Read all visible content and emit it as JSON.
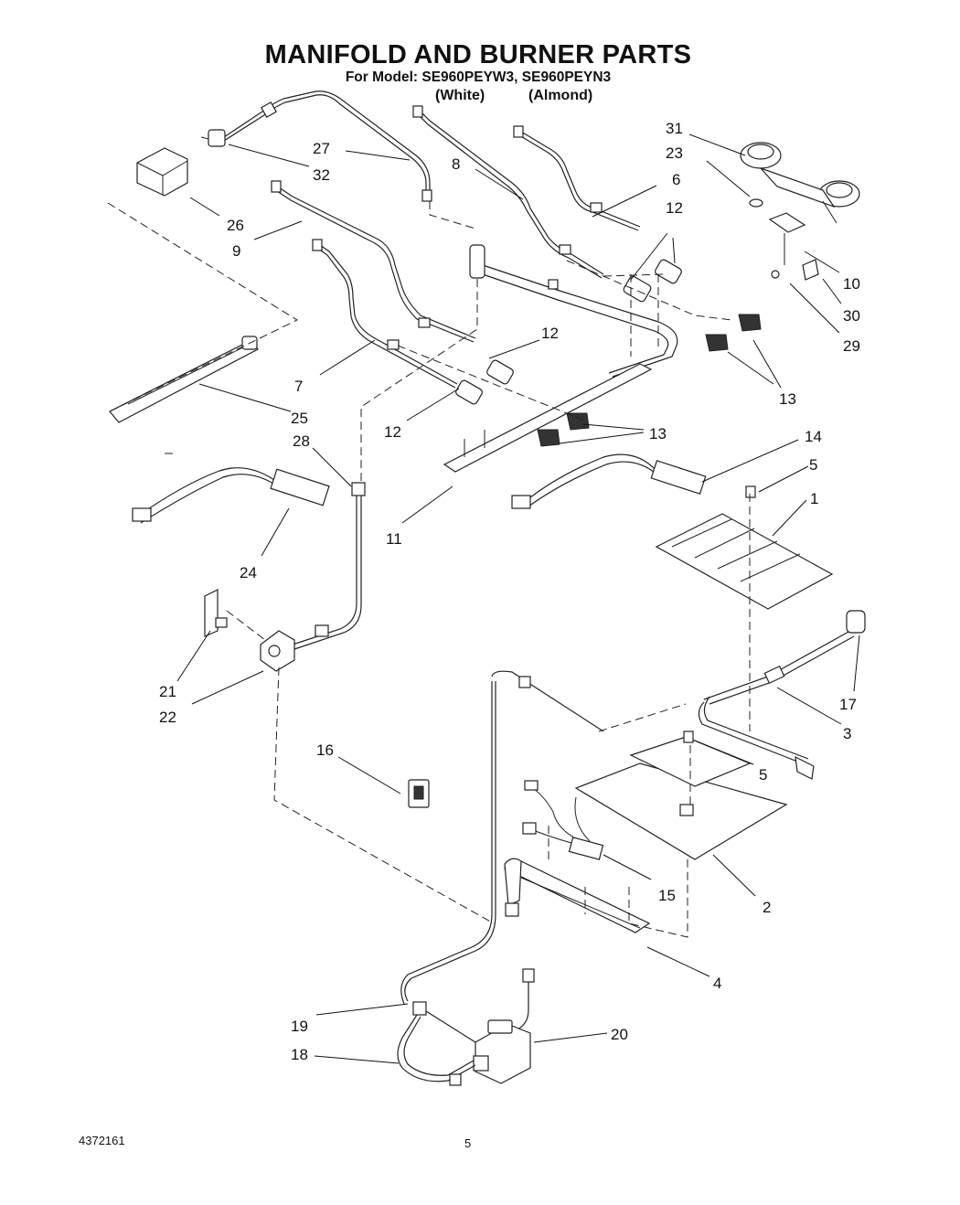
{
  "header": {
    "title": "MANIFOLD AND BURNER PARTS",
    "subtitle": "For Model: SE960PEYW3, SE960PEYN3",
    "variant_white": "(White)",
    "variant_almond": "(Almond)"
  },
  "footer": {
    "doc_number": "4372161",
    "page_number": "5"
  },
  "callouts": {
    "c1": "1",
    "c2": "2",
    "c3": "3",
    "c4": "4",
    "c5a": "5",
    "c5b": "5",
    "c6": "6",
    "c7": "7",
    "c8": "8",
    "c9": "9",
    "c10": "10",
    "c11": "11",
    "c12a": "12",
    "c12b": "12",
    "c12c": "12",
    "c13a": "13",
    "c13b": "13",
    "c14": "14",
    "c15": "15",
    "c16": "16",
    "c17": "17",
    "c18": "18",
    "c19": "19",
    "c20": "20",
    "c21": "21",
    "c22": "22",
    "c23": "23",
    "c24": "24",
    "c25": "25",
    "c26": "26",
    "c27": "27",
    "c28": "28",
    "c29": "29",
    "c30": "30",
    "c31": "31",
    "c32": "32"
  }
}
